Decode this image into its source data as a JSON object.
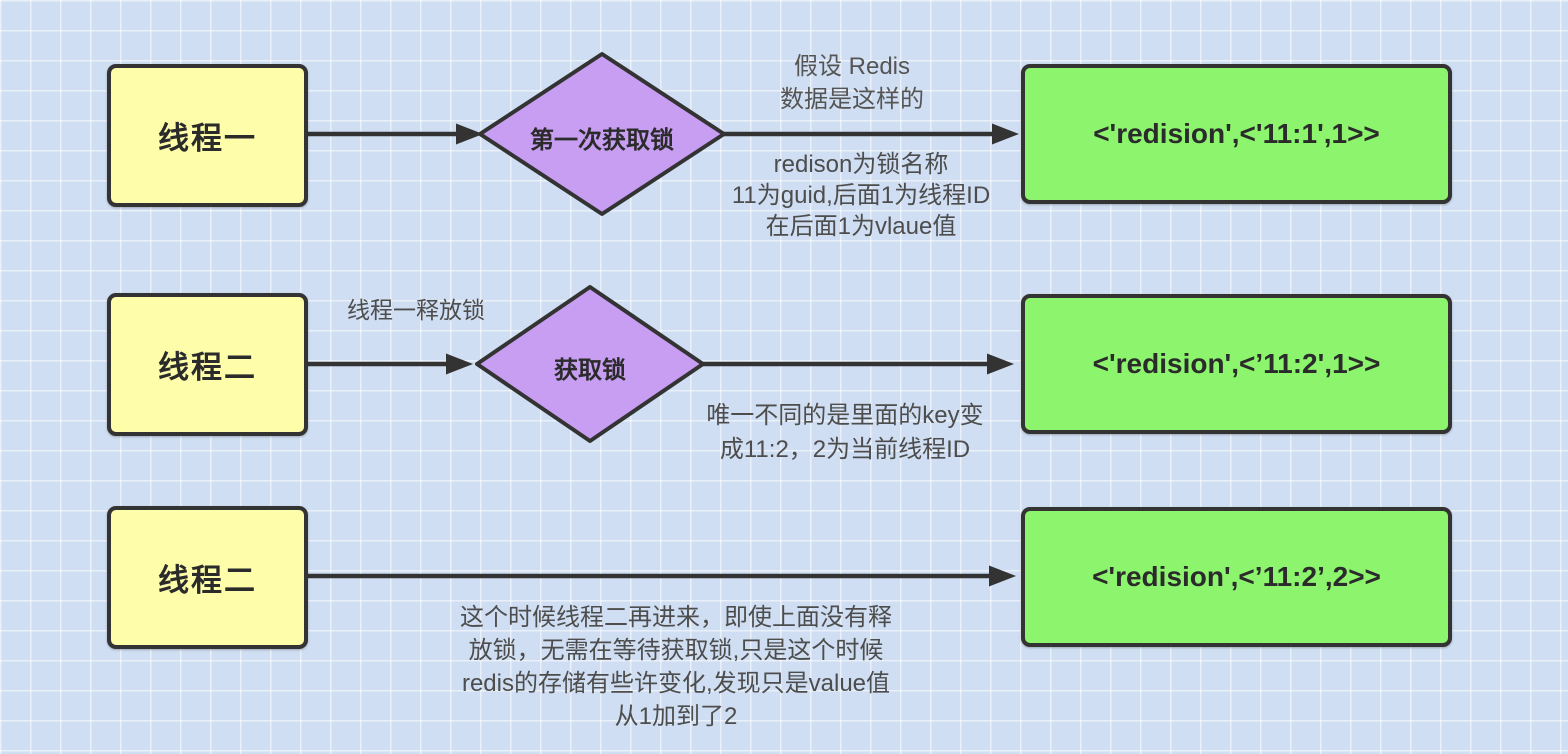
{
  "flow": {
    "row1": {
      "thread_label": "线程一",
      "decision_label": "第一次获取锁",
      "redis_value": "<'redision',<'11:1',1>>",
      "note_above_arrow": "假设 Redis\n数据是这样的",
      "note_below_arrow": "redison为锁名称\n11为guid,后面1为线程ID\n在后面1为vlaue值"
    },
    "row2": {
      "thread_label": "线程二",
      "decision_label": "获取锁",
      "arrow_label": "线程一释放锁",
      "redis_value": "<'redision',<’11:2',1>>",
      "note_below_arrow": "唯一不同的是里面的key变\n成11:2，2为当前线程ID"
    },
    "row3": {
      "thread_label": "线程二",
      "redis_value": "<'redision',<’11:2’,2>>",
      "note_below_arrow": "这个时候线程二再进来，即使上面没有释\n放锁，无需在等待获取锁,只是这个时候\nredis的存储有些许变化,发现只是value值\n从1加到了2"
    }
  },
  "colors": {
    "canvas_background": "#cfdef2",
    "grid_line": "#ffffff",
    "thread_box_fill": "#fdfdaa",
    "decision_diamond_fill": "#c79ef2",
    "redis_box_fill": "#8df46d",
    "shape_border": "#333333",
    "arrow": "#333333",
    "annotation_text": "#4d4d4d",
    "node_text": "#2b2b2b"
  }
}
